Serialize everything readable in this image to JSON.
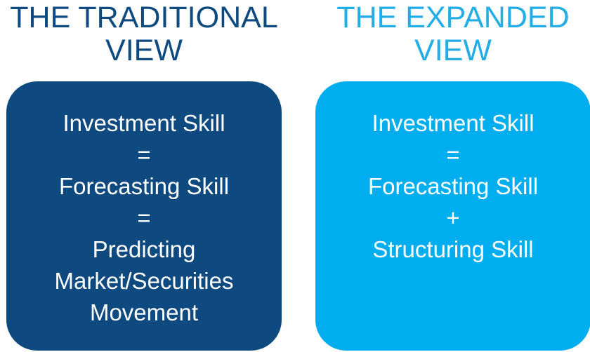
{
  "colors": {
    "traditional": "#0e4a80",
    "expanded": "#00adef",
    "expanded_heading": "#22ade6",
    "panel_text": "#ffffff"
  },
  "traditional": {
    "heading_lines": [
      "THE TRADITIONAL",
      "VIEW"
    ],
    "rows": [
      "Investment Skill",
      "=",
      "Forecasting Skill",
      "=",
      "Predicting",
      "Market/Securities",
      "Movement"
    ]
  },
  "expanded": {
    "heading_lines": [
      "THE EXPANDED",
      "VIEW"
    ],
    "rows": [
      "Investment Skill",
      "=",
      "Forecasting Skill",
      "+",
      "Structuring Skill"
    ]
  }
}
